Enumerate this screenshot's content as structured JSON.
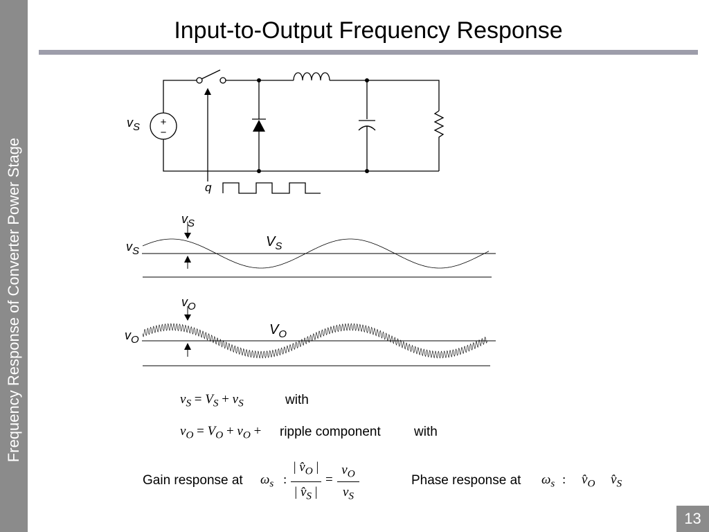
{
  "sidebar": {
    "text": "Frequency Response of Converter Power Stage"
  },
  "title": "Input-to-Output Frequency Response",
  "page_number": "13",
  "circuit": {
    "source_label": "v",
    "source_sub": "S",
    "source_plus": "+",
    "source_minus": "−",
    "gate_label": "q"
  },
  "waveform_input": {
    "ac_label": "v",
    "ac_sub": "S",
    "total_label": "v",
    "total_sub": "S",
    "dc_label": "V",
    "dc_sub": "S"
  },
  "waveform_output": {
    "ac_label": "v",
    "ac_sub": "O",
    "total_label": "v",
    "total_sub": "O",
    "dc_label": "V",
    "dc_sub": "O"
  },
  "equations": {
    "eq1_text": "with",
    "eq2_tail": "ripple component",
    "eq2_text": "with",
    "gain_label": "Gain response at",
    "gain_colon": ":",
    "phase_label": "Phase response at",
    "phase_colon": ":"
  },
  "colors": {
    "sidebar": "#8b8b8b",
    "rule": "#9d9daa"
  }
}
